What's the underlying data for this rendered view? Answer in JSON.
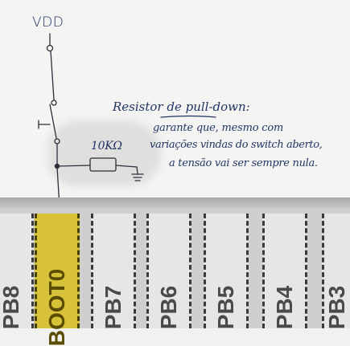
{
  "schematic": {
    "supply_label": "VDD",
    "resistor_value": "10KΩ"
  },
  "note": {
    "title": "Resistor de pull-down:",
    "line1": "garante que, mesmo com",
    "line2": "variações vindas do switch aberto,",
    "line3": "a tensão vai ser sempre nula."
  },
  "pin_strip": {
    "pins": [
      "PB8",
      "BOOT0",
      "PB7",
      "PB6",
      "PB5",
      "PB4",
      "PB3"
    ]
  },
  "colors": {
    "ink": "#223566",
    "highlight_pin": "#d8c23a"
  }
}
